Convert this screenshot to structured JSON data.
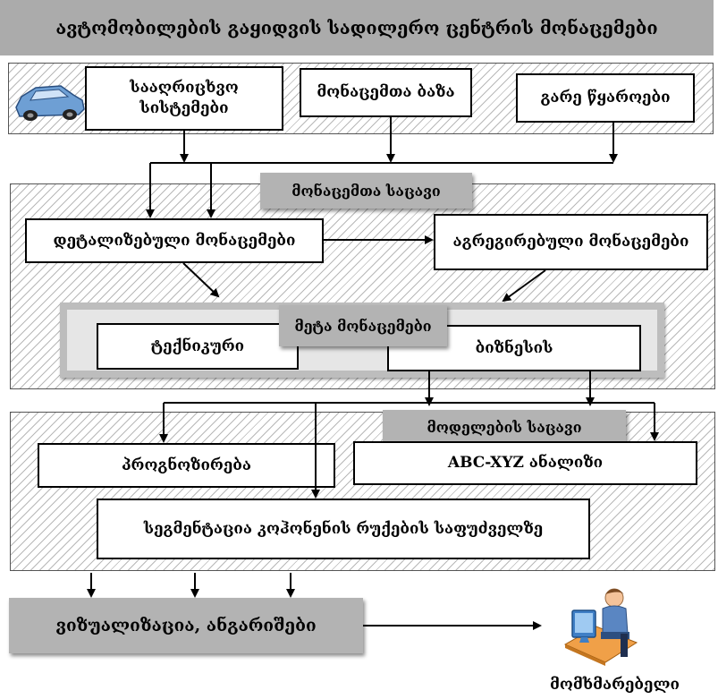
{
  "header": {
    "title": "ავტომობილების გაყიდვის სადილერო ცენტრის მონაცემები"
  },
  "sources": {
    "accounting": "სააღრიცხვო სისტემები",
    "database": "მონაცემთა ბაზა",
    "external": "გარე წყაროები"
  },
  "warehouse": {
    "title": "მონაცემთა საცავი",
    "detailed": "დეტალიზებული მონაცემები",
    "aggregated": "აგრეგირებული მონაცემები",
    "metadata": {
      "title": "მეტა მონაცემები",
      "technical": "ტექნიკური",
      "business": "ბიზნესის"
    }
  },
  "models": {
    "title": "მოდელების საცავი",
    "forecast": "პროგნოზირება",
    "abc": "ABC-XYZ ანალიზი",
    "segmentation": "სეგმენტაცია კოჰონენის რუქების საფუძველზე"
  },
  "visualization": {
    "label": "ვიზუალიზაცია, ანგარიშები"
  },
  "user": {
    "label": "მომხმარებელი"
  },
  "icons": {
    "car": "car-icon",
    "user": "user-at-computer-icon"
  },
  "colors": {
    "gray_bar": "#b3b3b3",
    "car": "#6e9fd4"
  }
}
